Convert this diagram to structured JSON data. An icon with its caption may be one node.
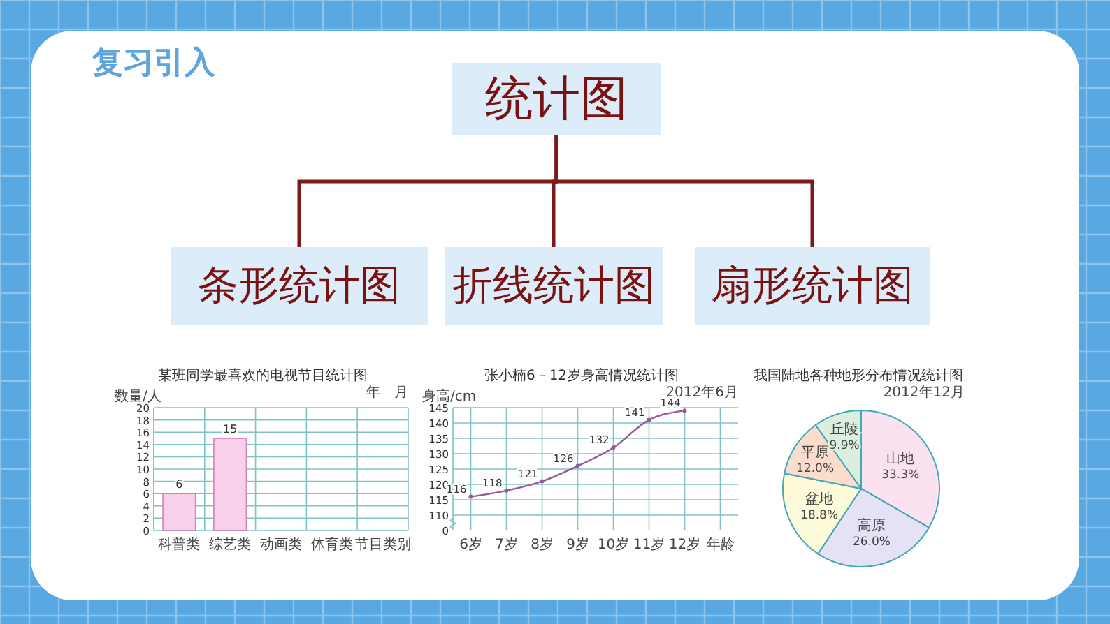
{
  "diagram": {
    "title": "复习引入",
    "nodes": [
      {
        "text": [
          "统计图"
        ]
      },
      {
        "text": [
          "条形统计图"
        ]
      },
      {
        "text": [
          "折线统计图"
        ]
      },
      {
        "text": [
          "扇形统计图"
        ]
      }
    ],
    "edges": [
      {
        "from": 0,
        "to": 1,
        "arrow": "none"
      },
      {
        "from": 0,
        "to": 2,
        "arrow": "none"
      },
      {
        "from": 0,
        "to": 3,
        "arrow": "none"
      }
    ],
    "labels": [
      "0"
    ],
    "chart_data": [
      {
        "type": "bar",
        "title": "某班同学最喜欢的电视节目统计图",
        "xlabel": "节目类别",
        "ylabel": "数量/人",
        "categories": [
          "科普类",
          "综艺类",
          "动画类",
          "体育类"
        ],
        "series": [
          {
            "color": "#f8d0ea",
            "values": [
              6,
              15,
              null,
              null
            ]
          }
        ],
        "ylim": [
          0,
          20
        ],
        "grid": true,
        "yticks": [
          0,
          2,
          4,
          6,
          8,
          10,
          12,
          14,
          16,
          18,
          20
        ],
        "data_labels": true,
        "annotations": [
          "年　月"
        ]
      },
      {
        "type": "line",
        "title": "张小楠6－12岁身高情况统计图",
        "xlabel": "年龄",
        "ylabel": "身高/cm",
        "categories": [
          "6岁",
          "7岁",
          "8岁",
          "9岁",
          "10岁",
          "11岁",
          "12岁"
        ],
        "series": [
          {
            "color": "#9a5a9a",
            "marker": true,
            "values": [
              116,
              118,
              121,
              126,
              132,
              141,
              144
            ]
          }
        ],
        "ylim": [
          105,
          145
        ],
        "grid": true,
        "yticks": [
          110,
          115,
          120,
          125,
          130,
          135,
          140,
          145
        ],
        "data_labels": true,
        "annotations": [
          "2012年6月"
        ]
      },
      {
        "type": "pie",
        "title": "我国陆地各种地形分布情况统计图",
        "categories": [
          "山地",
          "高原",
          "盆地",
          "平原",
          "丘陵"
        ],
        "values": [
          33.3,
          26.0,
          18.8,
          12.0,
          9.9
        ],
        "colors": [
          "#fbe2f1",
          "#e6e2f5",
          "#fdfbd9",
          "#fbdccd",
          "#dcefdf"
        ],
        "value_labels": [
          "33.3%",
          "26.0%",
          "18.8%",
          "12.0%",
          "9.9%"
        ],
        "annotations": [
          "2012年12月"
        ]
      }
    ]
  }
}
